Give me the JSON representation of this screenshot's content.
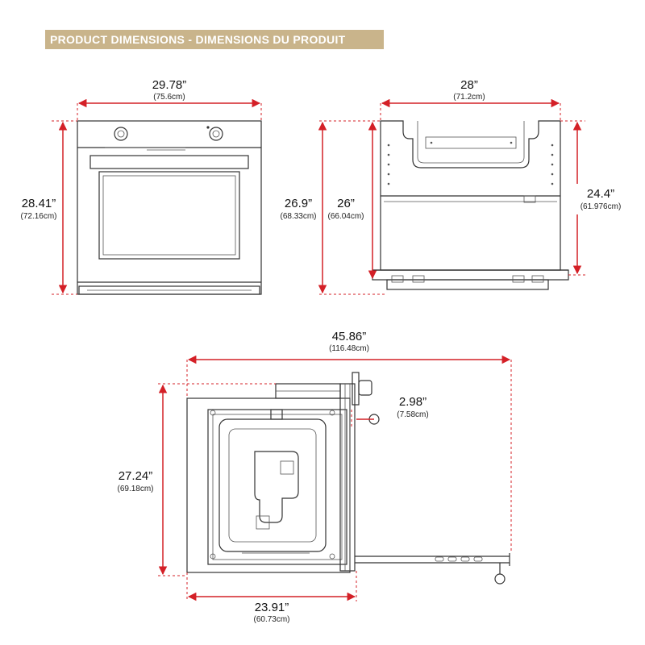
{
  "header": {
    "title": "PRODUCT DIMENSIONS - DIMENSIONS DU PRODUIT"
  },
  "colors": {
    "banner": "#c9b48b",
    "dimension_line": "#d42027",
    "drawing": "#333333"
  },
  "front_view": {
    "width": {
      "inch": "29.78”",
      "cm": "(75.6cm)"
    },
    "height": {
      "inch": "28.41”",
      "cm": "(72.16cm)"
    }
  },
  "side_view": {
    "width": {
      "inch": "28”",
      "cm": "(71.2cm)"
    },
    "outer_height": {
      "inch": "26.9”",
      "cm": "(68.33cm)"
    },
    "inner_height": {
      "inch": "26”",
      "cm": "(66.04cm)"
    },
    "right_height": {
      "inch": "24.4”",
      "cm": "(61.976cm)"
    }
  },
  "top_view": {
    "total_depth": {
      "inch": "45.86”",
      "cm": "(116.48cm)"
    },
    "knob_depth": {
      "inch": "2.98”",
      "cm": "(7.58cm)"
    },
    "height": {
      "inch": "27.24”",
      "cm": "(69.18cm)"
    },
    "body_depth": {
      "inch": "23.91”",
      "cm": "(60.73cm)"
    }
  }
}
